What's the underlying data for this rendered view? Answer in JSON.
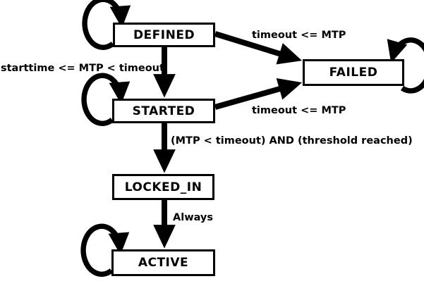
{
  "diagram": {
    "type": "state-machine",
    "colors": {
      "background": "#ffffff",
      "line": "#000000",
      "node_fill": "#ffffff",
      "text": "#000000"
    },
    "states": [
      {
        "label": "DEFINED",
        "has_self_loop": true,
        "self_loop_side": "left"
      },
      {
        "label": "FAILED",
        "has_self_loop": true,
        "self_loop_side": "right"
      },
      {
        "label": "STARTED",
        "has_self_loop": true,
        "self_loop_side": "left"
      },
      {
        "label": "LOCKED_IN",
        "has_self_loop": false,
        "self_loop_side": null
      },
      {
        "label": "ACTIVE",
        "has_self_loop": true,
        "self_loop_side": "left"
      }
    ],
    "transitions": [
      {
        "from": "DEFINED",
        "to": "STARTED",
        "label": "starttime <= MTP < timeout"
      },
      {
        "from": "DEFINED",
        "to": "FAILED",
        "label": "timeout <= MTP"
      },
      {
        "from": "STARTED",
        "to": "FAILED",
        "label": "timeout <= MTP"
      },
      {
        "from": "STARTED",
        "to": "LOCKED_IN",
        "label": "(MTP < timeout) AND (threshold reached)"
      },
      {
        "from": "LOCKED_IN",
        "to": "ACTIVE",
        "label": "Always"
      }
    ]
  }
}
